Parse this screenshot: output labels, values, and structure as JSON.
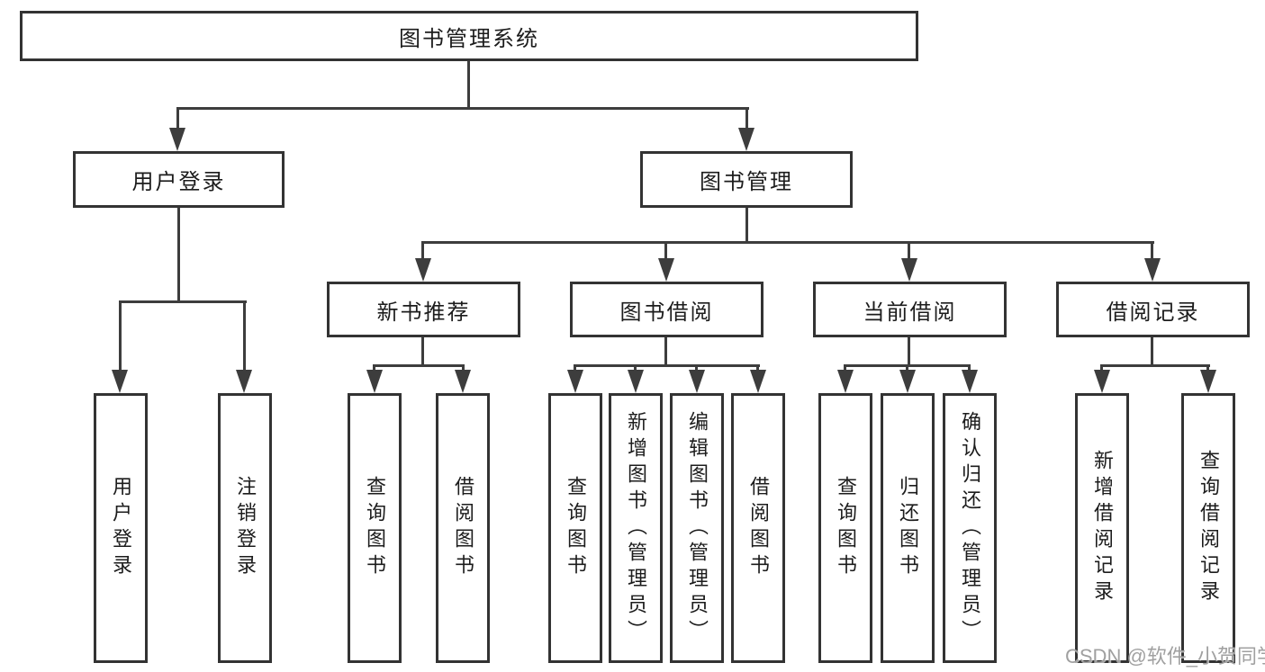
{
  "colors": {
    "line": "#3d3d3d",
    "border": "#333333",
    "box_fill": "#ffffff",
    "text": "#1c1c1c",
    "watermark": "#a0a0a0"
  },
  "root": {
    "label": "图书管理系统"
  },
  "level2": {
    "user_login": {
      "label": "用户登录"
    },
    "book_management": {
      "label": "图书管理"
    }
  },
  "level3": {
    "new_book_recommend": {
      "label": "新书推荐"
    },
    "book_borrow": {
      "label": "图书借阅"
    },
    "current_borrow": {
      "label": "当前借阅"
    },
    "borrow_records": {
      "label": "借阅记录"
    }
  },
  "leaves": {
    "user_login": {
      "label": "用户登录"
    },
    "logout": {
      "label": "注销登录"
    },
    "recommend_query_books": {
      "label": "查询图书"
    },
    "recommend_borrow_books": {
      "label": "借阅图书"
    },
    "borrow_query_books": {
      "label": "查询图书"
    },
    "borrow_add_books_admin": {
      "label": "新增图书（管理员）"
    },
    "borrow_edit_books_admin": {
      "label": "编辑图书（管理员）"
    },
    "borrow_borrow_books": {
      "label": "借阅图书"
    },
    "current_query_books": {
      "label": "查询图书"
    },
    "current_return_books": {
      "label": "归还图书"
    },
    "current_confirm_return_admin": {
      "label": "确认归还（管理员）"
    },
    "records_add_borrow_record": {
      "label": "新增借阅记录"
    },
    "records_query_borrow_record": {
      "label": "查询借阅记录"
    }
  },
  "watermark": {
    "text": "CSDN @软件_小贺同学"
  }
}
